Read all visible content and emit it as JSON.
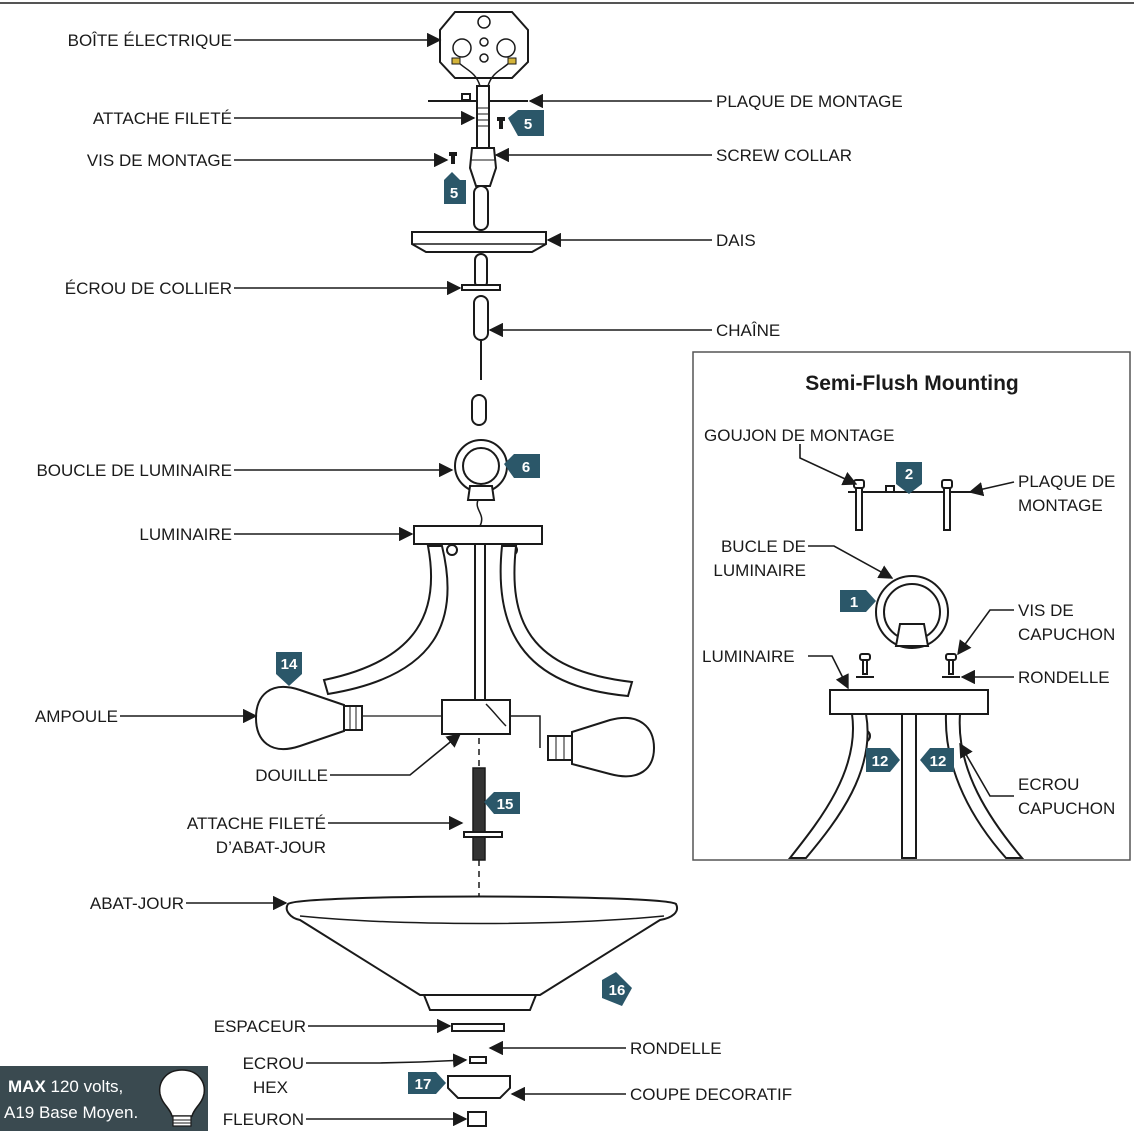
{
  "colors": {
    "badge": "#2b5769",
    "ink": "#1a1a1a",
    "max_box": "#3a4a50"
  },
  "labels": {
    "boite_electrique": "BOÎTE ÉLECTRIQUE",
    "plaque_de_montage": "PLAQUE DE MONTAGE",
    "attache_filete": "ATTACHE FILETÉ",
    "vis_de_montage": "VIS DE MONTAGE",
    "screw_collar": "SCREW COLLAR",
    "dais": "DAIS",
    "ecrou_de_collier": "ÉCROU DE COLLIER",
    "chaine": "CHAÎNE",
    "boucle_de_luminaire": "BOUCLE DE LUMINAIRE",
    "luminaire": "LUMINAIRE",
    "ampoule": "AMPOULE",
    "douille": "DOUILLE",
    "attache_filete_abat_1": "ATTACHE FILETÉ",
    "attache_filete_abat_2": "D’ABAT-JOUR",
    "abat_jour": "ABAT-JOUR",
    "espaceur": "ESPACEUR",
    "rondelle": "RONDELLE",
    "ecrou_hex_1": "ECROU",
    "ecrou_hex_2": "HEX",
    "coupe_decoratif": "COUPE DECORATIF",
    "fleuron": "FLEURON"
  },
  "steps": {
    "s5a": "5",
    "s5b": "5",
    "s6": "6",
    "s14": "14",
    "s15": "15",
    "s16": "16",
    "s17": "17"
  },
  "inset": {
    "title": "Semi-Flush Mounting",
    "goujon": "GOUJON DE MONTAGE",
    "plaque_1": "PLAQUE DE",
    "plaque_2": "MONTAGE",
    "bucle_1": "BUCLE DE",
    "bucle_2": "LUMINAIRE",
    "vis_1": "VIS DE",
    "vis_2": "CAPUCHON",
    "luminaire": "LUMINAIRE",
    "rondelle": "RONDELLE",
    "ecrou_1": "ECROU",
    "ecrou_2": "CAPUCHON",
    "step2": "2",
    "step1": "1",
    "step12a": "12",
    "step12b": "12"
  },
  "max_box": {
    "max": "MAX",
    "line1_rest": " 120 volts,",
    "line2": "A19 Base Moyen."
  }
}
